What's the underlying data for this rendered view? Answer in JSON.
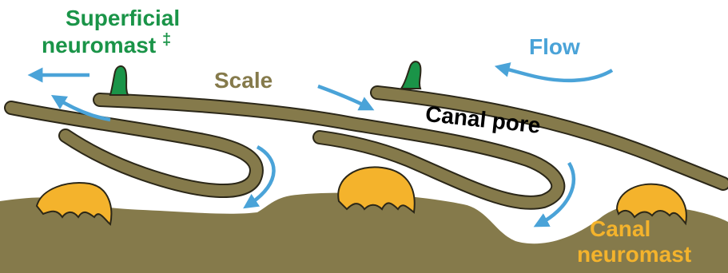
{
  "labels": {
    "superficial_line1": "Superficial",
    "superficial_line2": "neuromast",
    "superficial_mark": "‡",
    "flow": "Flow",
    "scale": "Scale",
    "canal_pore": "Canal pore",
    "canal_line1": "Canal",
    "canal_line2": "neuromast"
  },
  "colors": {
    "tissue": "#857a4b",
    "outline": "#2b2718",
    "neuromast_canal": "#f4b32c",
    "neuromast_superficial": "#1a9448",
    "flow_arrow": "#4aa3d8",
    "label_superficial": "#1a9448",
    "label_flow": "#4aa3d8",
    "label_scale": "#857a4b",
    "label_canal_pore": "#000000",
    "label_canal_neuromast": "#f4b32c"
  },
  "icons": {
    "flow_arrows": "arrow-icon",
    "superficial_neuromast": "neuromast-icon",
    "canal_neuromast": "neuromast-icon"
  }
}
